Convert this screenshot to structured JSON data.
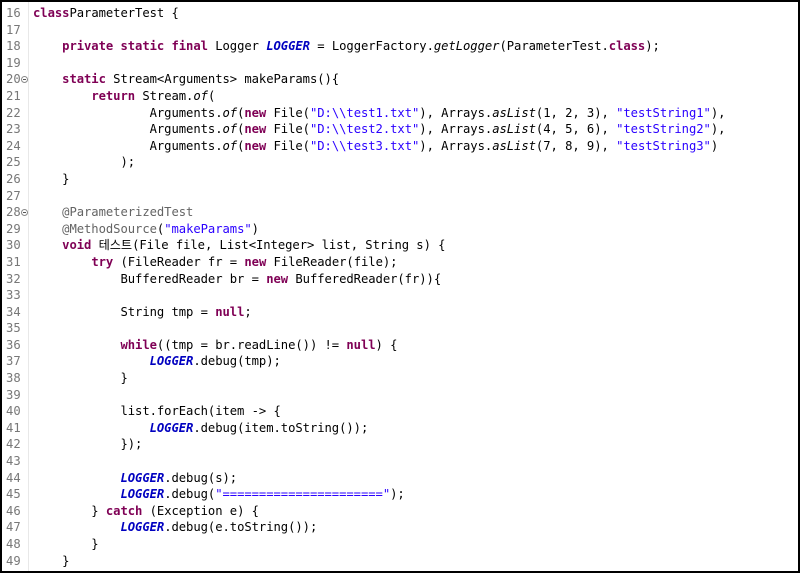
{
  "editor": {
    "colors": {
      "keyword": "#7f0055",
      "string": "#2a00ff",
      "static_field": "#0000c0",
      "annotation": "#646464",
      "line_number": "#787878"
    },
    "lines": [
      {
        "n": "16",
        "fold": false,
        "tokens": [
          [
            "kw",
            "class"
          ],
          [
            "",
            "ParameterTest {"
          ]
        ]
      },
      {
        "n": "17",
        "fold": false,
        "tokens": []
      },
      {
        "n": "18",
        "fold": false,
        "tokens": [
          [
            "",
            "    "
          ],
          [
            "kw",
            "private static final"
          ],
          [
            "",
            " Logger "
          ],
          [
            "fld",
            "LOGGER"
          ],
          [
            "",
            " = LoggerFactory."
          ],
          [
            "it",
            "getLogger"
          ],
          [
            "",
            "(ParameterTest."
          ],
          [
            "kw",
            "class"
          ],
          [
            "",
            ");"
          ]
        ]
      },
      {
        "n": "19",
        "fold": false,
        "tokens": []
      },
      {
        "n": "20",
        "fold": true,
        "tokens": [
          [
            "",
            "    "
          ],
          [
            "kw",
            "static"
          ],
          [
            "",
            " Stream<Arguments> makeParams(){"
          ]
        ]
      },
      {
        "n": "21",
        "fold": false,
        "tokens": [
          [
            "",
            "        "
          ],
          [
            "kw",
            "return"
          ],
          [
            "",
            " Stream."
          ],
          [
            "it",
            "of"
          ],
          [
            "",
            "("
          ]
        ]
      },
      {
        "n": "22",
        "fold": false,
        "tokens": [
          [
            "",
            "                Arguments."
          ],
          [
            "it",
            "of"
          ],
          [
            "",
            "("
          ],
          [
            "kw",
            "new"
          ],
          [
            "",
            " File("
          ],
          [
            "str",
            "\"D:\\\\test1.txt\""
          ],
          [
            "",
            "), Arrays."
          ],
          [
            "it",
            "asList"
          ],
          [
            "",
            "(1, 2, 3), "
          ],
          [
            "str",
            "\"testString1\""
          ],
          [
            "",
            "),"
          ]
        ]
      },
      {
        "n": "23",
        "fold": false,
        "tokens": [
          [
            "",
            "                Arguments."
          ],
          [
            "it",
            "of"
          ],
          [
            "",
            "("
          ],
          [
            "kw",
            "new"
          ],
          [
            "",
            " File("
          ],
          [
            "str",
            "\"D:\\\\test2.txt\""
          ],
          [
            "",
            "), Arrays."
          ],
          [
            "it",
            "asList"
          ],
          [
            "",
            "(4, 5, 6), "
          ],
          [
            "str",
            "\"testString2\""
          ],
          [
            "",
            "),"
          ]
        ]
      },
      {
        "n": "24",
        "fold": false,
        "tokens": [
          [
            "",
            "                Arguments."
          ],
          [
            "it",
            "of"
          ],
          [
            "",
            "("
          ],
          [
            "kw",
            "new"
          ],
          [
            "",
            " File("
          ],
          [
            "str",
            "\"D:\\\\test3.txt\""
          ],
          [
            "",
            "), Arrays."
          ],
          [
            "it",
            "asList"
          ],
          [
            "",
            "(7, 8, 9), "
          ],
          [
            "str",
            "\"testString3\""
          ],
          [
            "",
            ")"
          ]
        ]
      },
      {
        "n": "25",
        "fold": false,
        "tokens": [
          [
            "",
            "            );"
          ]
        ]
      },
      {
        "n": "26",
        "fold": false,
        "tokens": [
          [
            "",
            "    }"
          ]
        ]
      },
      {
        "n": "27",
        "fold": false,
        "tokens": []
      },
      {
        "n": "28",
        "fold": true,
        "tokens": [
          [
            "",
            "    "
          ],
          [
            "ann",
            "@ParameterizedTest"
          ]
        ]
      },
      {
        "n": "29",
        "fold": false,
        "tokens": [
          [
            "",
            "    "
          ],
          [
            "ann",
            "@MethodSource"
          ],
          [
            "",
            "("
          ],
          [
            "str",
            "\"makeParams\""
          ],
          [
            "",
            ")"
          ]
        ]
      },
      {
        "n": "30",
        "fold": false,
        "tokens": [
          [
            "",
            "    "
          ],
          [
            "kw",
            "void"
          ],
          [
            "",
            " 테스트(File file, List<Integer> list, String s) {"
          ]
        ]
      },
      {
        "n": "31",
        "fold": false,
        "tokens": [
          [
            "",
            "        "
          ],
          [
            "kw",
            "try"
          ],
          [
            "",
            " (FileReader fr = "
          ],
          [
            "kw",
            "new"
          ],
          [
            "",
            " FileReader(file);"
          ]
        ]
      },
      {
        "n": "32",
        "fold": false,
        "tokens": [
          [
            "",
            "            BufferedReader br = "
          ],
          [
            "kw",
            "new"
          ],
          [
            "",
            " BufferedReader(fr)){"
          ]
        ]
      },
      {
        "n": "33",
        "fold": false,
        "tokens": []
      },
      {
        "n": "34",
        "fold": false,
        "tokens": [
          [
            "",
            "            String tmp = "
          ],
          [
            "kw",
            "null"
          ],
          [
            "",
            ";"
          ]
        ]
      },
      {
        "n": "35",
        "fold": false,
        "tokens": []
      },
      {
        "n": "36",
        "fold": false,
        "tokens": [
          [
            "",
            "            "
          ],
          [
            "kw",
            "while"
          ],
          [
            "",
            "((tmp = br.readLine()) != "
          ],
          [
            "kw",
            "null"
          ],
          [
            "",
            ") {"
          ]
        ]
      },
      {
        "n": "37",
        "fold": false,
        "tokens": [
          [
            "",
            "                "
          ],
          [
            "fld",
            "LOGGER"
          ],
          [
            "",
            ".debug(tmp);"
          ]
        ]
      },
      {
        "n": "38",
        "fold": false,
        "tokens": [
          [
            "",
            "            }"
          ]
        ]
      },
      {
        "n": "39",
        "fold": false,
        "tokens": []
      },
      {
        "n": "40",
        "fold": false,
        "tokens": [
          [
            "",
            "            list.forEach(item -> {"
          ]
        ]
      },
      {
        "n": "41",
        "fold": false,
        "tokens": [
          [
            "",
            "                "
          ],
          [
            "fld",
            "LOGGER"
          ],
          [
            "",
            ".debug(item.toString());"
          ]
        ]
      },
      {
        "n": "42",
        "fold": false,
        "tokens": [
          [
            "",
            "            });"
          ]
        ]
      },
      {
        "n": "43",
        "fold": false,
        "tokens": []
      },
      {
        "n": "44",
        "fold": false,
        "tokens": [
          [
            "",
            "            "
          ],
          [
            "fld",
            "LOGGER"
          ],
          [
            "",
            ".debug(s);"
          ]
        ]
      },
      {
        "n": "45",
        "fold": false,
        "tokens": [
          [
            "",
            "            "
          ],
          [
            "fld",
            "LOGGER"
          ],
          [
            "",
            ".debug("
          ],
          [
            "str",
            "\"======================\""
          ],
          [
            "",
            ");"
          ]
        ]
      },
      {
        "n": "46",
        "fold": false,
        "tokens": [
          [
            "",
            "        } "
          ],
          [
            "kw",
            "catch"
          ],
          [
            "",
            " (Exception e) {"
          ]
        ]
      },
      {
        "n": "47",
        "fold": false,
        "tokens": [
          [
            "",
            "            "
          ],
          [
            "fld",
            "LOGGER"
          ],
          [
            "",
            ".debug(e.toString());"
          ]
        ]
      },
      {
        "n": "48",
        "fold": false,
        "tokens": [
          [
            "",
            "        }"
          ]
        ]
      },
      {
        "n": "49",
        "fold": false,
        "tokens": [
          [
            "",
            "    }"
          ]
        ]
      }
    ]
  }
}
